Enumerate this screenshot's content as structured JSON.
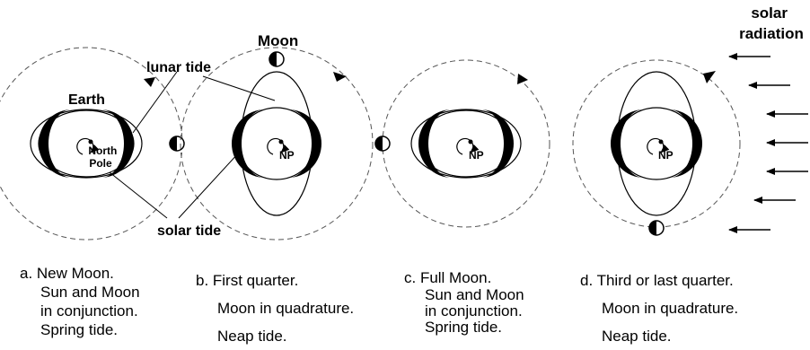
{
  "labels": {
    "moon": "Moon",
    "earth": "Earth",
    "lunar_tide": "lunar tide",
    "solar_tide": "solar tide",
    "solar_radiation_1": "solar",
    "solar_radiation_2": "radiation",
    "north_pole_1": "North",
    "north_pole_2": "Pole",
    "np": "NP"
  },
  "captions": {
    "a": [
      "a.  New Moon.",
      "Sun and Moon",
      "in conjunction.",
      "Spring tide."
    ],
    "b": [
      "b.  First quarter.",
      "Moon in quadrature.",
      "Neap tide."
    ],
    "c": [
      "c.  Full Moon.",
      "Sun and Moon",
      "in conjunction.",
      "Spring tide."
    ],
    "d": [
      "d.  Third or last quarter.",
      "Moon in quadrature.",
      "Neap tide."
    ]
  }
}
